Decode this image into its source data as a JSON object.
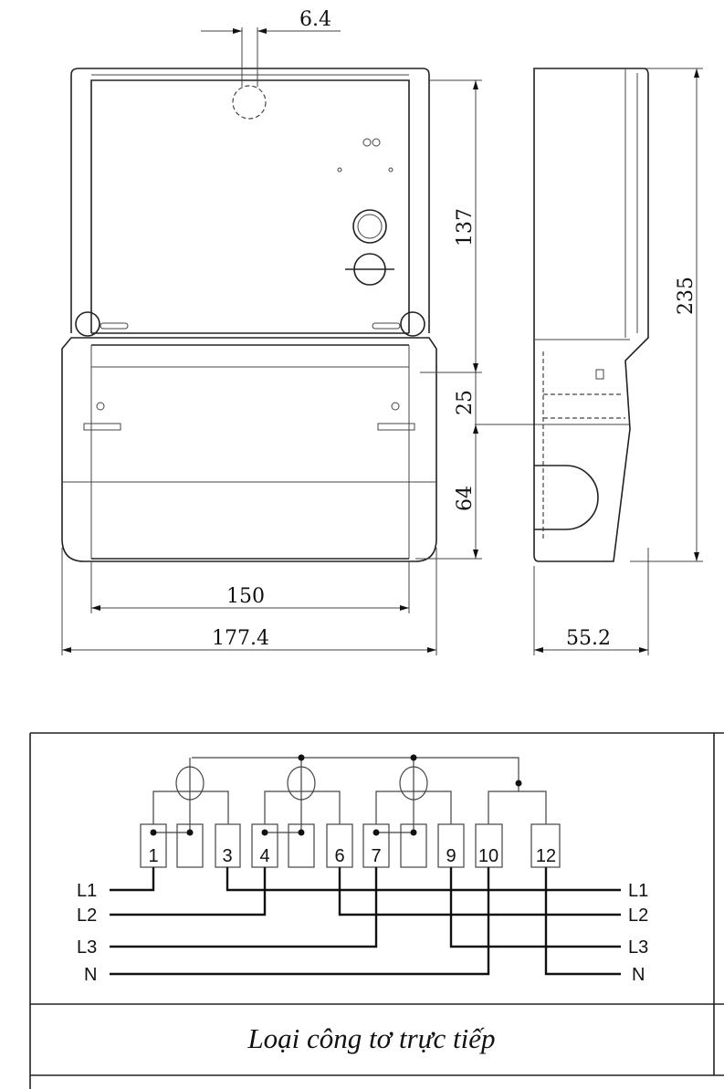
{
  "drawing": {
    "dimensions": {
      "hole_width": "6.4",
      "upper_height": "137",
      "middle_height": "25",
      "lower_height": "64",
      "total_height": "235",
      "inner_width": "150",
      "total_width": "177.4",
      "depth": "55.2"
    }
  },
  "wiring": {
    "terminals": [
      "1",
      "",
      "3",
      "4",
      "",
      "6",
      "7",
      "",
      "9",
      "10",
      "12"
    ],
    "lines_left": [
      "L1",
      "L2",
      "L3",
      "N"
    ],
    "lines_right": [
      "L1",
      "L2",
      "L3",
      "N"
    ],
    "caption": "Loại công tơ trực tiếp"
  }
}
